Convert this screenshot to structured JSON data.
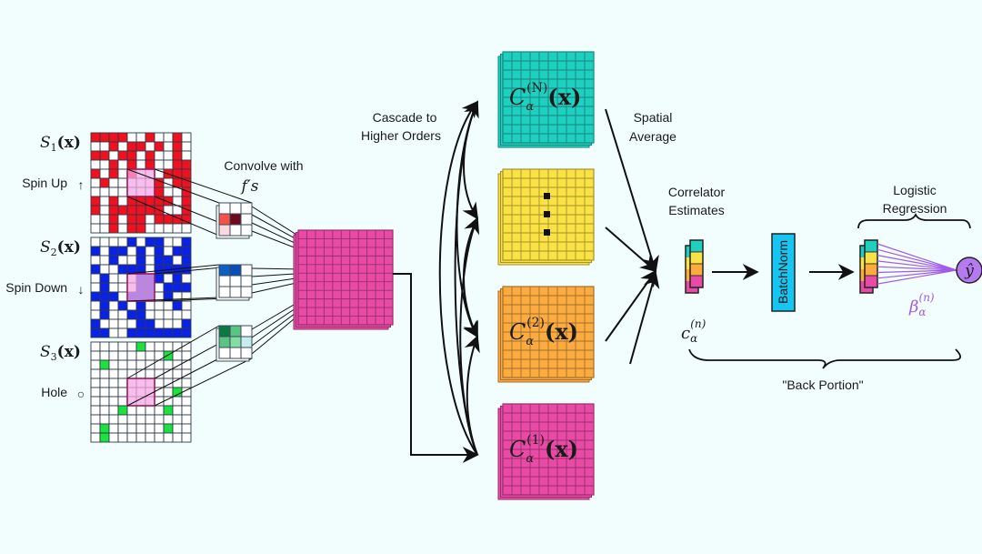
{
  "diagram": {
    "inputs": [
      {
        "symbol": "S",
        "index": "1",
        "arg": "(x)",
        "label": "Spin Up",
        "marker": "↑",
        "color": "#f0101e",
        "grid": [
          "11110010010",
          "00101101010",
          "11011010010",
          "00101010011",
          "10101000111",
          "01000001011",
          "00000001001",
          "10101111101",
          "10111111001",
          "00101101111",
          "00101100000"
        ],
        "highlight": [
          5,
          4
        ]
      },
      {
        "symbol": "S",
        "index": "2",
        "arg": "(x)",
        "label": "Spin Down",
        "marker": "↓",
        "color": "#0a22e6",
        "grid": [
          "00001011001",
          "10110101011",
          "00100101101",
          "10011101111",
          "01000111010",
          "01000110111",
          "11101110100",
          "01010100010",
          "01001100000",
          "10000110001",
          "11001111111"
        ],
        "highlight": [
          5,
          4
        ]
      },
      {
        "symbol": "S",
        "index": "3",
        "arg": "(x)",
        "label": "Hole",
        "marker": "○",
        "color": "#19e33c",
        "grid": [
          "00000100000",
          "00000000100",
          "01000000000",
          "00000000000",
          "00000000000",
          "00000000010",
          "00000000000",
          "00010000100",
          "00000000000",
          "01000000100",
          "01000000000"
        ],
        "highlight": [
          5,
          4
        ]
      }
    ],
    "convolve_label_line1": "Convolve with",
    "convolve_label_line2": "f′s",
    "filters": [
      {
        "name": "red-filter",
        "cells": [
          "#ffffff",
          "#ffffff",
          "#ffffff",
          "#f5524a",
          "#6d0a1e",
          "#ffffff",
          "#fbd9dc",
          "#ffffff",
          "#ffffff"
        ]
      },
      {
        "name": "blue-filter",
        "cells": [
          "#0d5fc4",
          "#0a4fb5",
          "#ffffff",
          "#ffffff",
          "#ffffff",
          "#ffffff",
          "#ffffff",
          "#ffffff",
          "#ffffff"
        ]
      },
      {
        "name": "green-filter",
        "cells": [
          "#0a7a44",
          "#5cc482",
          "#ffffff",
          "#5cc482",
          "#82dea3",
          "#c7ecef",
          "#ffffff",
          "#ffffff",
          "#ffffff"
        ]
      }
    ],
    "cascade_label_line1": "Cascade to",
    "cascade_label_line2": "Higher Orders",
    "correlator_maps": [
      {
        "name": "order-N",
        "label": "C",
        "sub": "α",
        "sup": "(N)",
        "arg": "(x)",
        "color": "#1fcfc0"
      },
      {
        "name": "order-ellipsis",
        "label": "",
        "sub": "",
        "sup": "",
        "arg": "",
        "color": "#fbe244",
        "dots": true
      },
      {
        "name": "order-2",
        "label": "C",
        "sub": "α",
        "sup": "(2)",
        "arg": "(x)",
        "color": "#fbab3f"
      },
      {
        "name": "order-1",
        "label": "C",
        "sub": "α",
        "sup": "(1)",
        "arg": "(x)",
        "color": "#e84aa6"
      }
    ],
    "spatial_label_line1": "Spatial",
    "spatial_label_line2": "Average",
    "estimates_label_line1": "Correlator",
    "estimates_label_line2": "Estimates",
    "estimate_symbol": {
      "base": "c",
      "sub": "α",
      "sup": "(n)"
    },
    "vector_colors": [
      "#1fcfc0",
      "#fbe244",
      "#fbab3f",
      "#e84aa6"
    ],
    "batchnorm_label": "BatchNorm",
    "batchnorm_color": "#16c6f2",
    "logistic_label_line1": "Logistic",
    "logistic_label_line2": "Regression",
    "beta_symbol": {
      "base": "β",
      "sub": "α",
      "sup": "(n)"
    },
    "output_symbol": "ŷ",
    "weights_color": "#a05ce8",
    "back_portion_label": "\"Back Portion\""
  }
}
